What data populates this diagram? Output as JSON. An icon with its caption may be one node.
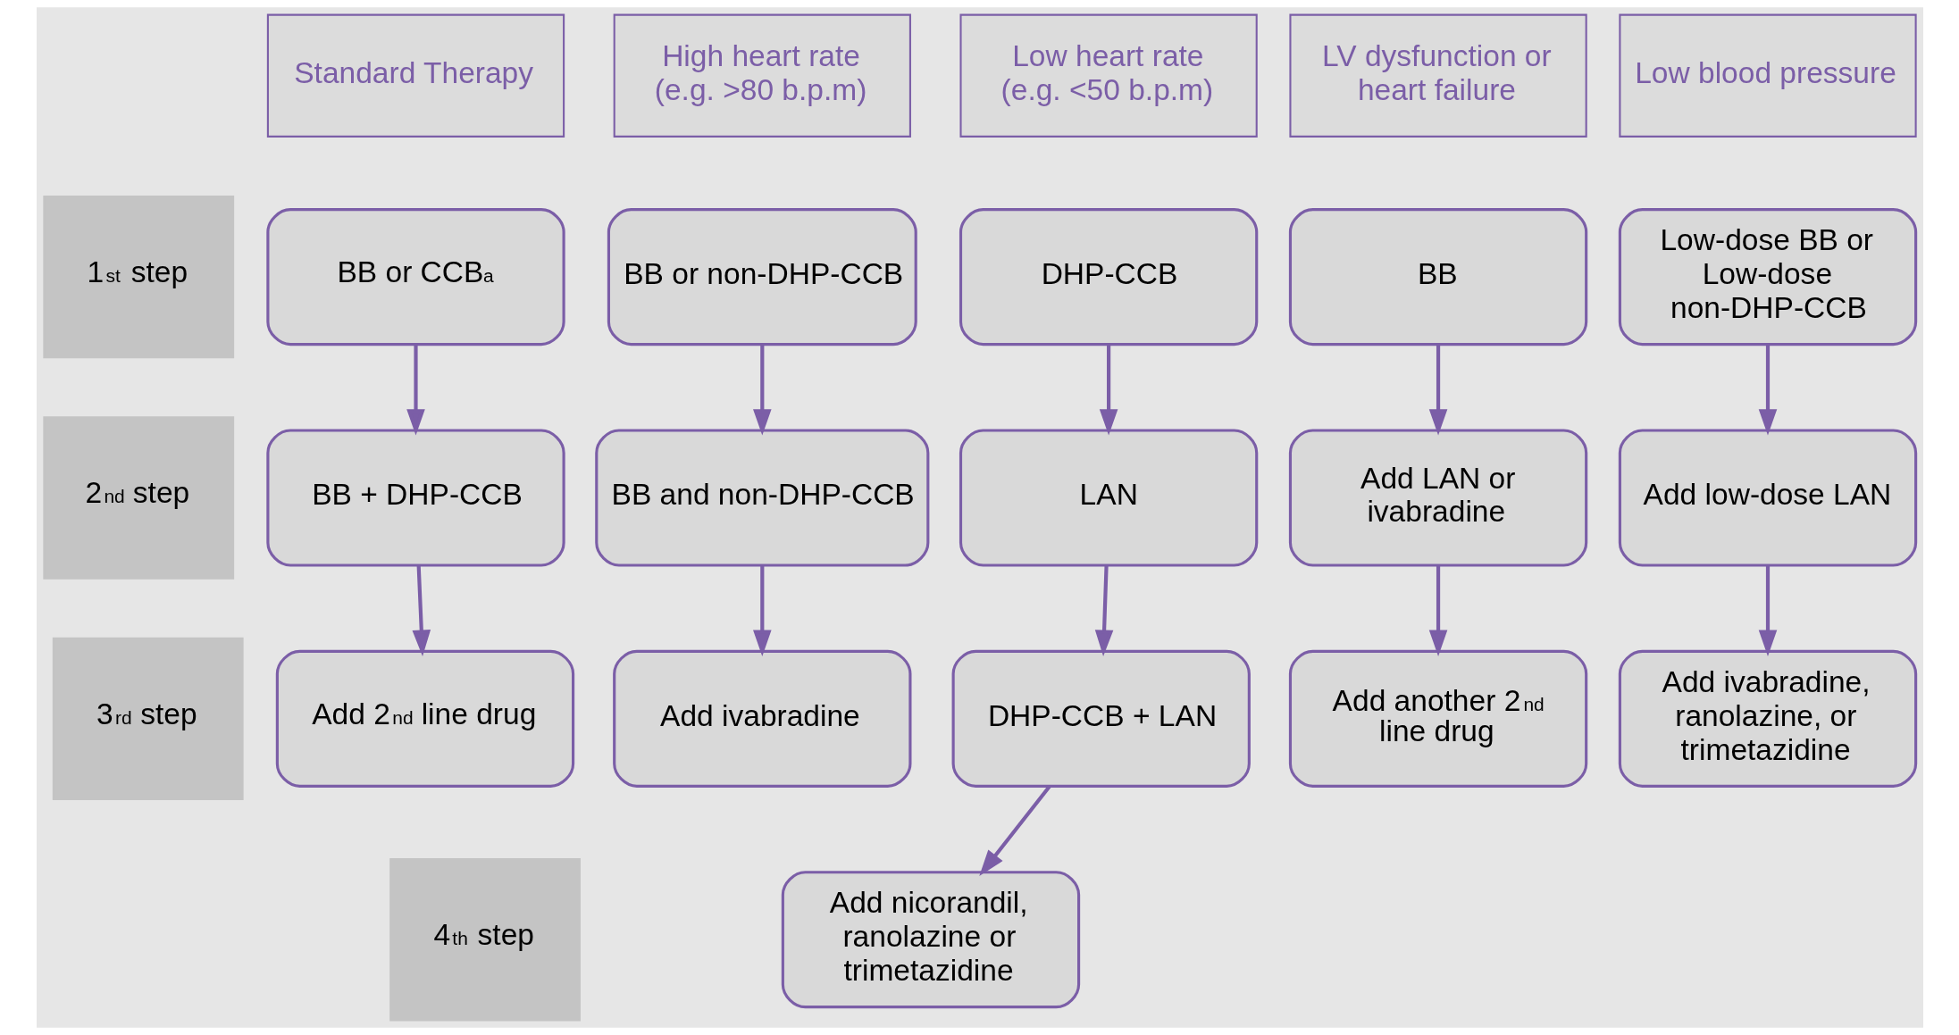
{
  "diagram": {
    "nodes": [
      {
        "text": [
          "Standard Therapy"
        ]
      },
      {
        "text": [
          "High heart rate (e.g. >80 b.p.m)"
        ]
      },
      {
        "text": [
          "Low heart rate (e.g. <50 b.p.m)"
        ]
      },
      {
        "text": [
          "LV dysfunction or heart failure"
        ]
      },
      {
        "text": [
          "Low blood pressure"
        ]
      },
      {
        "text": [
          "1$^{st}$ step"
        ]
      },
      {
        "text": [
          "BB or CCB$^{a}$"
        ]
      },
      {
        "text": [
          "BB or non-DHP-CCB"
        ]
      },
      {
        "text": [
          "DHP-CCB"
        ]
      },
      {
        "text": [
          "BB"
        ]
      },
      {
        "text": [
          "Low-dose BB or Low-dose non-DHP-CCB"
        ]
      },
      {
        "text": [
          "2$^{nd}$ step"
        ]
      },
      {
        "text": [
          "BB + DHP-CCB"
        ]
      },
      {
        "text": [
          "BB and non-DHP-CCB"
        ]
      },
      {
        "text": [
          "LAN"
        ]
      },
      {
        "text": [
          "Add LAN or ivabradine"
        ]
      },
      {
        "text": [
          "Add low-dose LAN"
        ]
      },
      {
        "text": [
          "3$^{rd}$ step"
        ]
      },
      {
        "text": [
          "Add 2$^{nd}$ line drug"
        ]
      },
      {
        "text": [
          "Add ivabradine"
        ]
      },
      {
        "text": [
          "DHP-CCB + LAN"
        ]
      },
      {
        "text": [
          "Add another 2$^{nd}$ line drug"
        ]
      },
      {
        "text": [
          "Add ivabradine, ranolazine, or trimetazidine"
        ]
      },
      {
        "text": [
          "4$^{th}$ step"
        ]
      },
      {
        "text": [
          "Add nicorandil, ranolazine or trimetazidine"
        ]
      }
    ],
    "edges": [
      {
        "from": 6,
        "to": 12,
        "arrow": "to"
      },
      {
        "from": 7,
        "to": 13,
        "arrow": "to"
      },
      {
        "from": 8,
        "to": 14,
        "arrow": "to"
      },
      {
        "from": 9,
        "to": 15,
        "arrow": "to"
      },
      {
        "from": 10,
        "to": 16,
        "arrow": "to"
      },
      {
        "from": 12,
        "to": 18,
        "arrow": "to"
      },
      {
        "from": 13,
        "to": 19,
        "arrow": "to"
      },
      {
        "from": 14,
        "to": 20,
        "arrow": "to"
      },
      {
        "from": 15,
        "to": 21,
        "arrow": "to"
      },
      {
        "from": 16,
        "to": 22,
        "arrow": "to"
      },
      {
        "from": 20,
        "to": 24,
        "arrow": "to"
      }
    ]
  }
}
